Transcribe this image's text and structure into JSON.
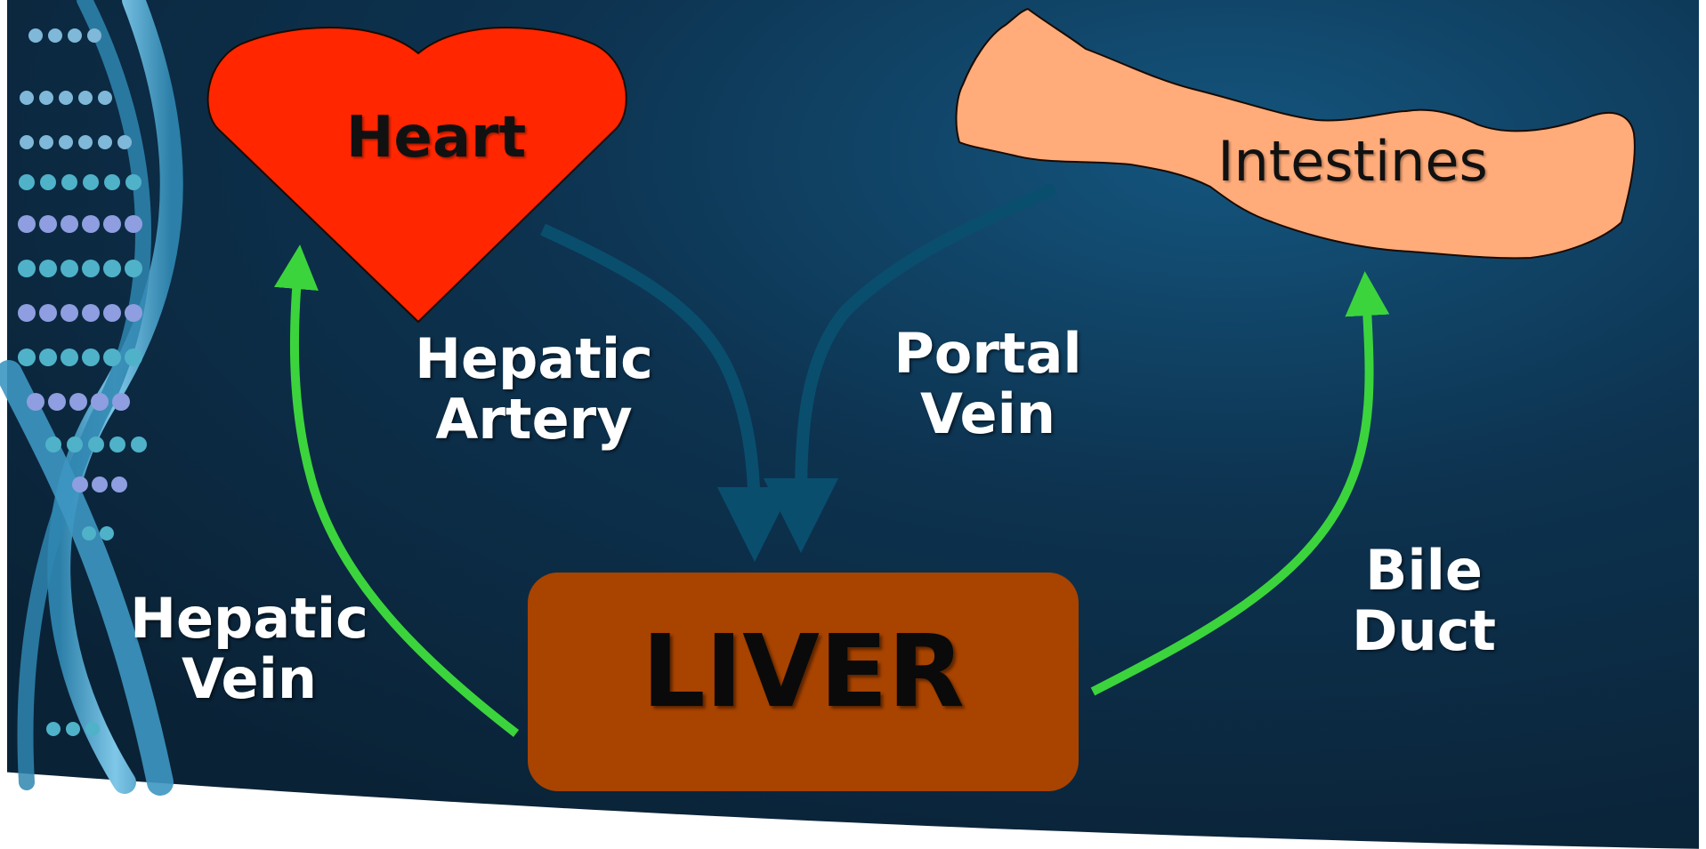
{
  "colors": {
    "background_dark": "#0a2236",
    "background_light": "#14557e",
    "heart_fill": "#ff2600",
    "intestines_fill": "#ffab7a",
    "liver_fill": "#a84300",
    "blood_arrow": "#0a4e6e",
    "return_arrow": "#3cd43c",
    "label_text": "#ffffff"
  },
  "organs": {
    "heart": "Heart",
    "intestines": "Intestines",
    "liver": "LIVER"
  },
  "vessels": {
    "hepatic_artery": [
      "Hepatic",
      "Artery"
    ],
    "portal_vein": [
      "Portal",
      "Vein"
    ],
    "hepatic_vein": [
      "Hepatic",
      "Vein"
    ],
    "bile_duct": [
      "Bile",
      "Duct"
    ]
  }
}
